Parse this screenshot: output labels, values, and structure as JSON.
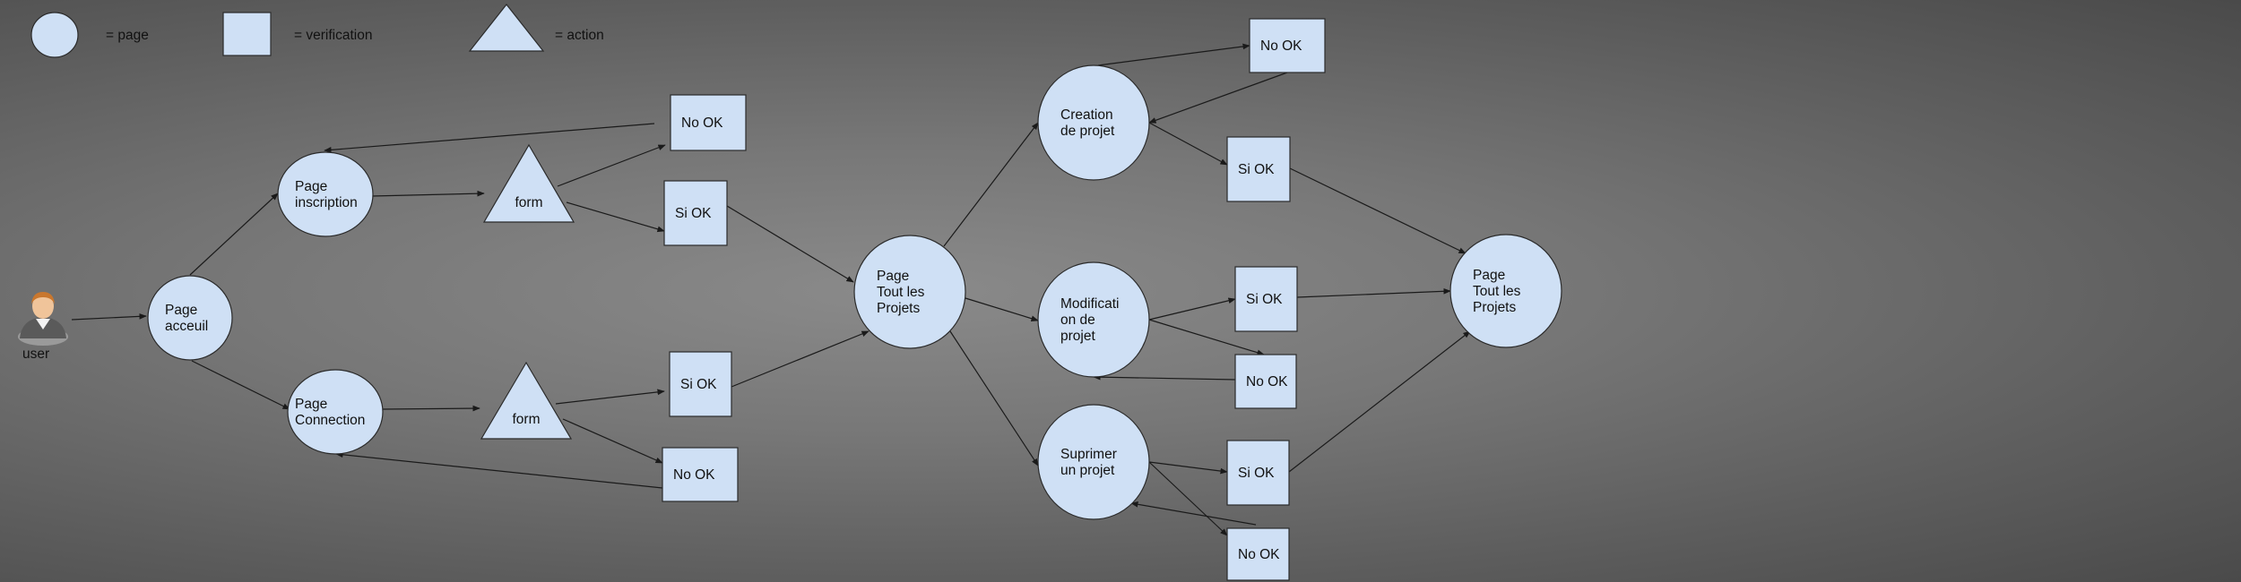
{
  "legend": [
    {
      "shape": "circle",
      "text": "= page"
    },
    {
      "shape": "square",
      "text": "= verification"
    },
    {
      "shape": "triangle",
      "text": "= action"
    }
  ],
  "user": {
    "label": "user",
    "icon": "user-icon"
  },
  "nodes": [
    {
      "id": "accueil",
      "shape": "circle",
      "lines": [
        "Page",
        "acceuil"
      ]
    },
    {
      "id": "inscription",
      "shape": "circle",
      "lines": [
        "Page",
        "inscription"
      ]
    },
    {
      "id": "connection",
      "shape": "circle",
      "lines": [
        "Page",
        "Connection"
      ]
    },
    {
      "id": "form1",
      "shape": "triangle",
      "lines": [
        "form"
      ]
    },
    {
      "id": "form2",
      "shape": "triangle",
      "lines": [
        "form"
      ]
    },
    {
      "id": "nook1",
      "shape": "square",
      "lines": [
        "No OK"
      ]
    },
    {
      "id": "siok1",
      "shape": "square",
      "lines": [
        "Si OK"
      ]
    },
    {
      "id": "siok2",
      "shape": "square",
      "lines": [
        "Si OK"
      ]
    },
    {
      "id": "nook2",
      "shape": "square",
      "lines": [
        "No OK"
      ]
    },
    {
      "id": "tous1",
      "shape": "circle",
      "lines": [
        "Page",
        "Tout les",
        "Projets"
      ]
    },
    {
      "id": "creation",
      "shape": "circle",
      "lines": [
        "Creation",
        "de projet"
      ]
    },
    {
      "id": "modif",
      "shape": "circle",
      "lines": [
        "Modificati",
        "on de",
        "projet"
      ]
    },
    {
      "id": "suppr",
      "shape": "circle",
      "lines": [
        "Suprimer",
        "un projet"
      ]
    },
    {
      "id": "nook3",
      "shape": "square",
      "lines": [
        "No OK"
      ]
    },
    {
      "id": "siok3",
      "shape": "square",
      "lines": [
        "Si OK"
      ]
    },
    {
      "id": "siok4",
      "shape": "square",
      "lines": [
        "Si OK"
      ]
    },
    {
      "id": "nook4",
      "shape": "square",
      "lines": [
        "No OK"
      ]
    },
    {
      "id": "siok5",
      "shape": "square",
      "lines": [
        "Si OK"
      ]
    },
    {
      "id": "nook5",
      "shape": "square",
      "lines": [
        "No OK"
      ]
    },
    {
      "id": "tous2",
      "shape": "circle",
      "lines": [
        "Page",
        "Tout les",
        "Projets"
      ]
    }
  ],
  "edges": [
    {
      "from": "user",
      "to": "accueil"
    },
    {
      "from": "accueil",
      "to": "inscription"
    },
    {
      "from": "accueil",
      "to": "connection"
    },
    {
      "from": "inscription",
      "to": "form1"
    },
    {
      "from": "form1",
      "to": "nook1"
    },
    {
      "from": "form1",
      "to": "siok1"
    },
    {
      "from": "nook1",
      "to": "inscription"
    },
    {
      "from": "siok1",
      "to": "tous1"
    },
    {
      "from": "connection",
      "to": "form2"
    },
    {
      "from": "form2",
      "to": "siok2"
    },
    {
      "from": "form2",
      "to": "nook2"
    },
    {
      "from": "nook2",
      "to": "connection"
    },
    {
      "from": "siok2",
      "to": "tous1"
    },
    {
      "from": "tous1",
      "to": "creation"
    },
    {
      "from": "tous1",
      "to": "modif"
    },
    {
      "from": "tous1",
      "to": "suppr"
    },
    {
      "from": "creation",
      "to": "nook3"
    },
    {
      "from": "nook3",
      "to": "creation"
    },
    {
      "from": "creation",
      "to": "siok3"
    },
    {
      "from": "siok3",
      "to": "tous2"
    },
    {
      "from": "modif",
      "to": "siok4"
    },
    {
      "from": "modif",
      "to": "nook4"
    },
    {
      "from": "nook4",
      "to": "modif"
    },
    {
      "from": "siok4",
      "to": "tous2"
    },
    {
      "from": "suppr",
      "to": "siok5"
    },
    {
      "from": "suppr",
      "to": "nook5"
    },
    {
      "from": "nook5",
      "to": "suppr"
    },
    {
      "from": "siok5",
      "to": "tous2"
    }
  ],
  "colors": {
    "shape_fill": "#cfe0f5",
    "stroke": "#2b2b2b",
    "edge": "#1a1a1a",
    "text": "#111111"
  }
}
